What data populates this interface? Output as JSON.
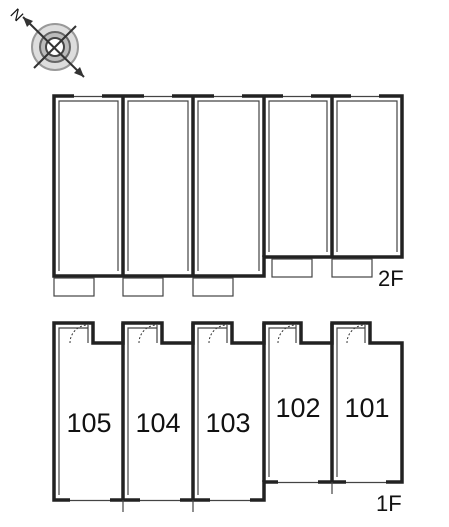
{
  "compass": {
    "north_letter": "N",
    "icon": "compass-icon"
  },
  "floors": {
    "upper": {
      "label": "2F"
    },
    "lower": {
      "label": "1F"
    }
  },
  "units": [
    {
      "number": "105"
    },
    {
      "number": "104"
    },
    {
      "number": "103"
    },
    {
      "number": "102"
    },
    {
      "number": "101"
    }
  ],
  "colors": {
    "wall": "#222222",
    "compass_ring": "#888888"
  }
}
